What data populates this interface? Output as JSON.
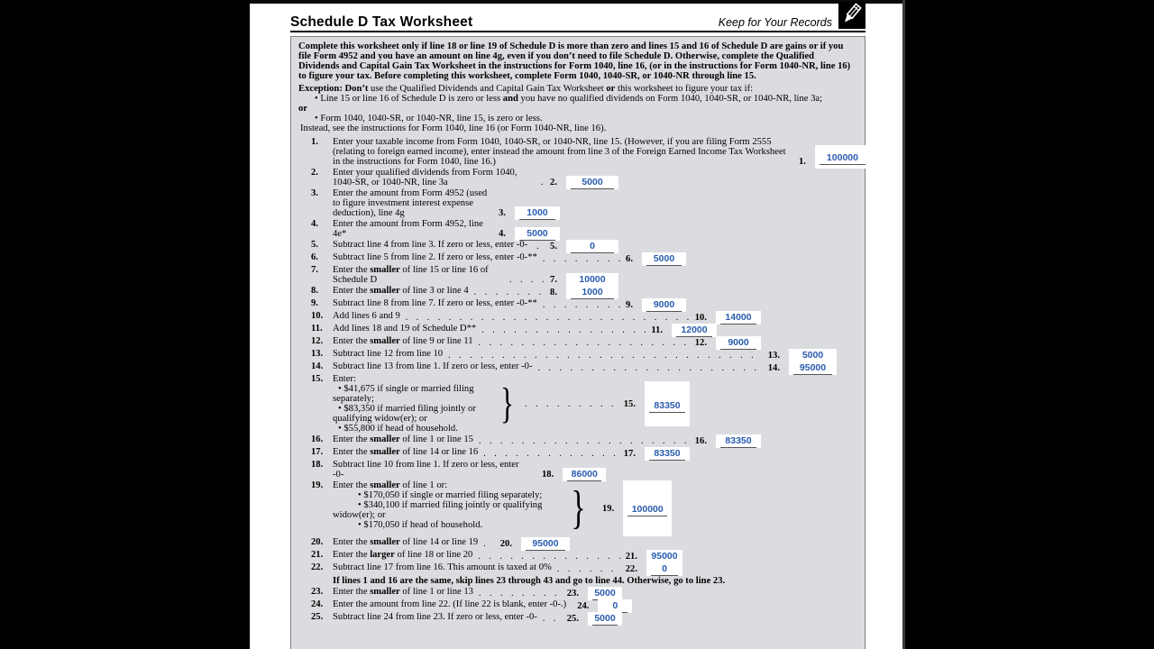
{
  "style": {
    "value_color": "#2a5caf",
    "sheet_bg": "#dbdcdf",
    "page_bg": "#ffffff",
    "outside_bg": "#000000"
  },
  "glyphs": {
    "brace": "}"
  },
  "header": {
    "title": "Schedule D Tax Worksheet",
    "keep_label": "Keep for Your Records",
    "pencil_icon": "pencil-icon"
  },
  "intro": [
    {
      "t": "Complete this worksheet only if line 18 or line 19 of Schedule D is more than zero and lines 15 and 16 of Schedule D are gains or if you file Form 4952 and you have an amount on line 4g, even if you don’t need to file Schedule D. Otherwise, complete the Qualified Dividends and Capital Gain Tax Worksheet in the instructions for Form 1040, line 16, (or in the instructions for Form 1040-NR, line 16) to figure your tax. Before completing this worksheet, complete Form 1040, 1040-SR, or 1040-NR through line 15.",
      "b": true
    }
  ],
  "exception": {
    "intro": [
      {
        "t": "Exception: Don’t",
        "b": true
      },
      {
        "t": " use the Qualified Dividends and Capital Gain Tax Worksheet "
      },
      {
        "t": "or",
        "b": true
      },
      {
        "t": " this worksheet to figure your tax if:"
      }
    ],
    "bullet1": [
      {
        "t": "• Line 15 or line 16 of Schedule D is zero or less "
      },
      {
        "t": "and",
        "b": true
      },
      {
        "t": " you have no qualified dividends on Form 1040, 1040-SR, or 1040-NR, line 3a;"
      }
    ],
    "or_label": "or",
    "bullet2": "• Form 1040, 1040-SR, or 1040-NR, line 15, is zero or less.",
    "instead": "Instead, see the instructions for Form 1040, line 16 (or Form 1040-NR, line 16)."
  },
  "note_after_22": "If lines 1 and 16 are the same, skip lines 23 through 43 and go to line 44. Otherwise, go to line 23.",
  "lines": {
    "l1": {
      "no": "1.",
      "text": "Enter your taxable income from Form 1040, 1040-SR, or 1040-NR, line 15. (However, if you are filing Form 2555 (relating to foreign earned income), enter instead the amount from line 3 of the Foreign Earned Income Tax Worksheet in the instructions for Form 1040, line 16.)",
      "value": "100000"
    },
    "l2": {
      "no": "2.",
      "text": "Enter your qualified dividends from Form 1040, 1040-SR, or 1040-NR, line 3a",
      "value": "5000"
    },
    "l3": {
      "no": "3.",
      "text": "Enter the amount from Form 4952 (used to figure investment interest expense deduction), line 4g",
      "value": "1000"
    },
    "l4": {
      "no": "4.",
      "text": "Enter the amount from Form 4952, line 4e*",
      "value": "5000"
    },
    "l5": {
      "no": "5.",
      "text": "Subtract line 4 from line 3. If zero or less, enter -0-",
      "value": "0"
    },
    "l6": {
      "no": "6.",
      "text": "Subtract line 5 from line 2. If zero or less, enter -0-**",
      "value": "5000"
    },
    "l7": {
      "no": "7.",
      "text": [
        {
          "t": "Enter the "
        },
        {
          "t": "smaller",
          "b": true
        },
        {
          "t": " of line 15 or line 16 of Schedule D"
        }
      ],
      "value": "10000"
    },
    "l8": {
      "no": "8.",
      "text": [
        {
          "t": "Enter the "
        },
        {
          "t": "smaller",
          "b": true
        },
        {
          "t": " of line 3 or line 4"
        }
      ],
      "value": "1000"
    },
    "l9": {
      "no": "9.",
      "text": "Subtract line 8 from line 7. If zero or less, enter -0-**",
      "value": "9000"
    },
    "l10": {
      "no": "10.",
      "text": "Add lines 6 and 9",
      "value": "14000"
    },
    "l11": {
      "no": "11.",
      "text": "Add lines 18 and 19 of Schedule D**",
      "value": "12000"
    },
    "l12": {
      "no": "12.",
      "text": [
        {
          "t": "Enter the "
        },
        {
          "t": "smaller",
          "b": true
        },
        {
          "t": " of line 9 or line 11"
        }
      ],
      "value": "9000"
    },
    "l13": {
      "no": "13.",
      "text": "Subtract line 12 from line 10",
      "value": "5000"
    },
    "l14": {
      "no": "14.",
      "text": "Subtract line 13 from line 1. If zero or less, enter -0-",
      "value": "95000"
    },
    "l15": {
      "no": "15.",
      "lead": "Enter:",
      "bullets": [
        "• $41,675 if single or married filing separately;",
        "• $83,350 if married filing jointly or qualifying widow(er); or",
        "• $55,800 if head of household."
      ],
      "value": "83350"
    },
    "l16": {
      "no": "16.",
      "text": [
        {
          "t": "Enter the "
        },
        {
          "t": "smaller",
          "b": true
        },
        {
          "t": " of line 1 or line 15"
        }
      ],
      "value": "83350"
    },
    "l17": {
      "no": "17.",
      "text": [
        {
          "t": "Enter the "
        },
        {
          "t": "smaller",
          "b": true
        },
        {
          "t": " of line 14 or line 16"
        }
      ],
      "value": "83350"
    },
    "l18": {
      "no": "18.",
      "text": "Subtract line 10 from line 1. If zero or less, enter -0-",
      "value": "86000"
    },
    "l19": {
      "no": "19.",
      "lead": [
        {
          "t": "Enter the "
        },
        {
          "t": "smaller",
          "b": true
        },
        {
          "t": " of line 1 or:"
        }
      ],
      "bullets": [
        "• $170,050 if single or married filing separately;",
        "• $340,100 if married filing jointly or qualifying widow(er); or",
        "• $170,050 if head of household."
      ],
      "value": "100000"
    },
    "l20": {
      "no": "20.",
      "text": [
        {
          "t": "Enter the "
        },
        {
          "t": "smaller",
          "b": true
        },
        {
          "t": " of line 14 or line 19"
        }
      ],
      "value": "95000"
    },
    "l21": {
      "no": "21.",
      "text": [
        {
          "t": "Enter the "
        },
        {
          "t": "larger",
          "b": true
        },
        {
          "t": " of line 18 or line 20"
        }
      ],
      "value": "95000"
    },
    "l22": {
      "no": "22.",
      "text": "Subtract line 17 from line 16. This amount is taxed at 0%",
      "value": "0"
    },
    "l23": {
      "no": "23.",
      "text": [
        {
          "t": "Enter the "
        },
        {
          "t": "smaller",
          "b": true
        },
        {
          "t": " of line 1 or line 13"
        }
      ],
      "value": "5000"
    },
    "l24": {
      "no": "24.",
      "text": "Enter the amount from line 22. (If line 22 is blank, enter -0-.)",
      "value": "0"
    },
    "l25": {
      "no": "25.",
      "text": "Subtract line 24 from line 23. If zero or less, enter -0-",
      "value": "5000"
    }
  }
}
